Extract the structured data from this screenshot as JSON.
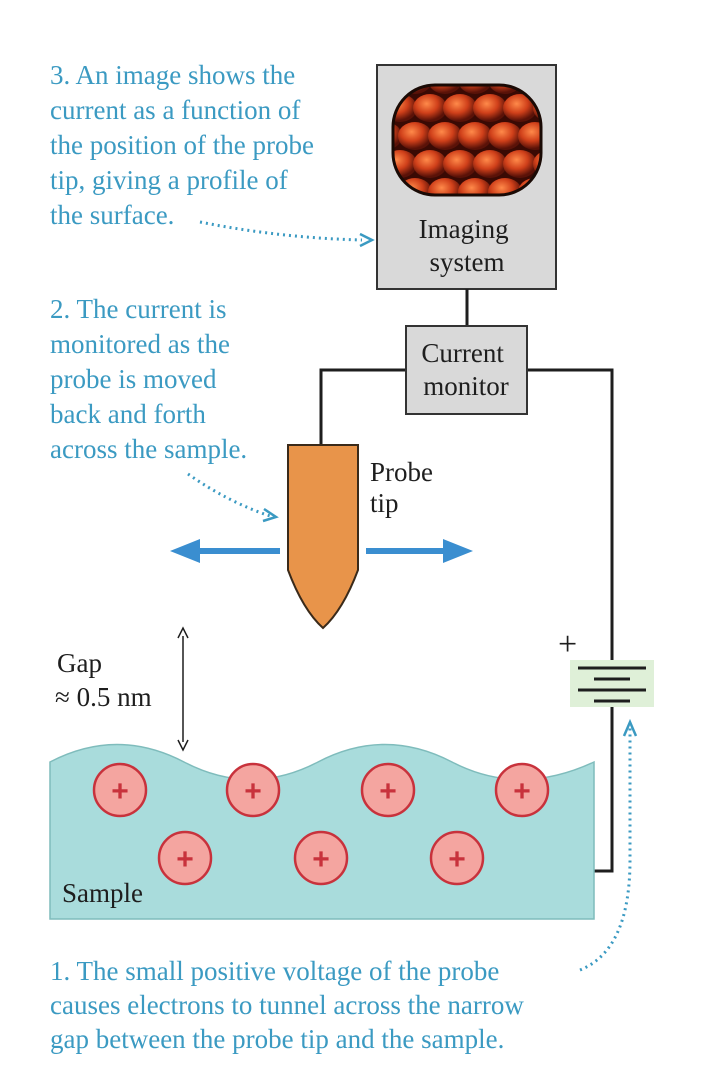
{
  "captions": {
    "step3": [
      "3. An image shows the",
      "current as a function of",
      "the position of the probe",
      "tip, giving a profile of",
      "the surface."
    ],
    "step2": [
      "2. The current is",
      "monitored as the",
      "probe is moved",
      "back and forth",
      "across the sample."
    ],
    "step1": [
      "1. The small positive voltage of the probe",
      "causes electrons to tunnel across the narrow",
      "gap between the probe tip and the sample."
    ]
  },
  "labels": {
    "imaging": [
      "Imaging",
      "system"
    ],
    "monitor": [
      "Current",
      "monitor"
    ],
    "probe": [
      "Probe",
      "tip"
    ],
    "gap": [
      "Gap",
      "≈ 0.5 nm"
    ],
    "sample": "Sample",
    "battery_plus": "+",
    "ion_symbol": "+"
  },
  "colors": {
    "caption": "#3b9ac2",
    "wire": "#1e1e1e",
    "box_fill": "#d9d9d9",
    "probe_fill": "#e8944a",
    "arrow": "#3a8ed0",
    "sample_fill": "#a9dcdc",
    "ion_fill": "#f4a5a0",
    "ion_sign": "#c8323c",
    "battery_bg": "#dff0d8"
  },
  "icons": {
    "move_arrows": "double-horizontal-arrow-icon",
    "gap_arrow": "vertical-double-arrow-icon",
    "battery": "battery-icon",
    "surface_image": "stm-surface-image"
  }
}
